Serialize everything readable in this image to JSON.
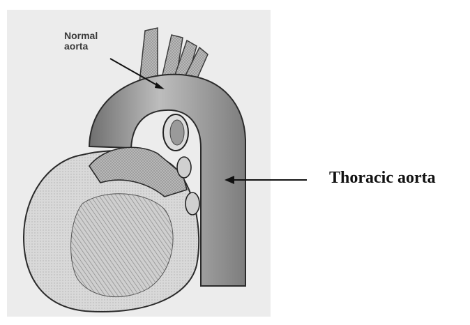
{
  "labels": {
    "normal_aorta_line1": "Normal",
    "normal_aorta_line2": "aorta",
    "thoracic_aorta": "Thoracic aorta"
  },
  "colors": {
    "background": "#ffffff",
    "panel": "#ececec",
    "ink": "#1a1a1a",
    "shade_dark": "#7a7a7a",
    "shade_mid": "#a8a8a8",
    "shade_light": "#d6d6d6"
  }
}
